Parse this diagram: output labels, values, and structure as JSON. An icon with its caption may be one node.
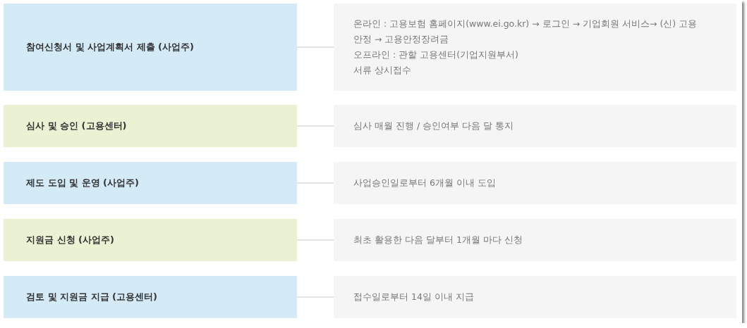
{
  "diagram": {
    "nodes": [
      {
        "text": [
          "참여신청서 및 사업계획서 제출 (사업주)"
        ]
      },
      {
        "text": [
          "온라인 : 고용보험 홈페이지(www.ei.go.kr) → 로그인 → 기업회원 서비스→ (신) 고용안정 → 고용안정장려금",
          "오프라인 : 관할 고용센터(기업지원부서) 서류 상시접수"
        ]
      },
      {
        "text": [
          "심사 및 승인 (고용센터)"
        ]
      },
      {
        "text": [
          "심사 매월 진행 / 승인여부 다음 달 통지"
        ]
      },
      {
        "text": [
          "제도 도입 및 운영 (사업주)"
        ]
      },
      {
        "text": [
          "사업승인일로부터 6개월 이내 도입"
        ]
      },
      {
        "text": [
          "지원금 신청 (사업주)"
        ]
      },
      {
        "text": [
          "최초 활용한 다음 달부터 1개월 마다 신청"
        ]
      },
      {
        "text": [
          "검토 및 지원금 지급 (고용센터)"
        ]
      },
      {
        "text": [
          "접수일로부터 14일 이내 지급"
        ]
      }
    ],
    "edges": [
      {
        "from": 0,
        "to": 1,
        "arrow": "none"
      },
      {
        "from": 2,
        "to": 3,
        "arrow": "none"
      },
      {
        "from": 4,
        "to": 5,
        "arrow": "none"
      },
      {
        "from": 6,
        "to": 7,
        "arrow": "none"
      },
      {
        "from": 8,
        "to": 9,
        "arrow": "none"
      }
    ]
  }
}
